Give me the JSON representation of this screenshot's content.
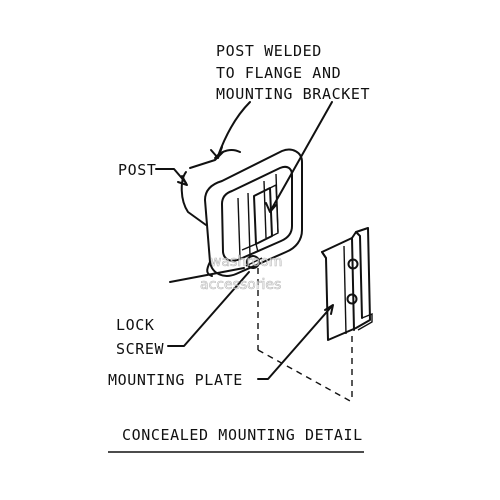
{
  "labels": {
    "post_welded_line1": "POST WELDED",
    "post_welded_line2": "TO FLANGE AND",
    "post_welded_line3": "MOUNTING BRACKET",
    "post": "POST",
    "lock_line1": "LOCK",
    "lock_line2": "SCREW",
    "mounting_plate": "MOUNTING PLATE",
    "title": "CONCEALED MOUNTING DETAIL"
  },
  "watermark": {
    "line1": "washroom",
    "line2": "accessories"
  }
}
